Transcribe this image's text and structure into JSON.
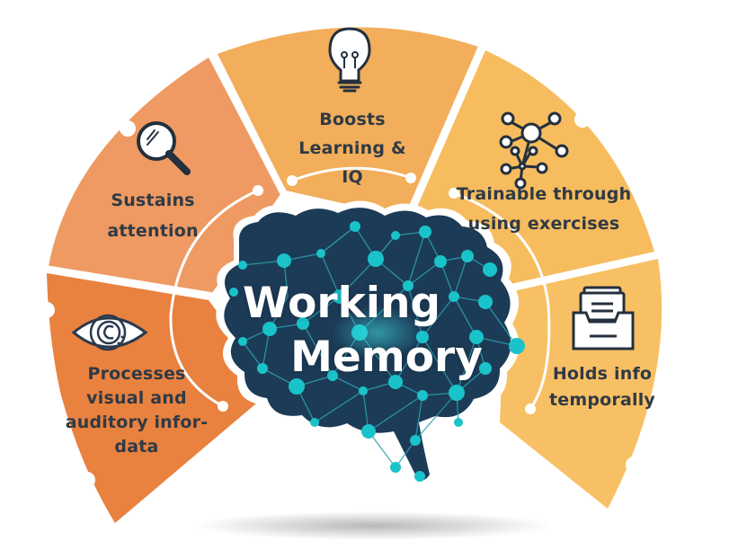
{
  "center": {
    "title_line1": "Working",
    "title_line2": "Memory",
    "icon": "brain-network-icon"
  },
  "segments": [
    {
      "id": "processes",
      "icon": "eye-icon",
      "lines": [
        "Processes",
        "visual and",
        "auditory infor-",
        "data"
      ],
      "color": "#E9813F"
    },
    {
      "id": "attention",
      "icon": "magnifying-glass-icon",
      "lines": [
        "Sustains",
        "attention"
      ],
      "color": "#EE9A62"
    },
    {
      "id": "learning",
      "icon": "lightbulb-icon",
      "lines": [
        "Boosts",
        "Learning &",
        "IQ"
      ],
      "color": "#F2AE5A"
    },
    {
      "id": "trainable",
      "icon": "network-nodes-icon",
      "lines": [
        "Trainable through",
        "using exercises"
      ],
      "color": "#F6BC5E"
    },
    {
      "id": "holds",
      "icon": "file-tray-icon",
      "lines": [
        "Holds info",
        "temporally"
      ],
      "color": "#F8C064"
    }
  ],
  "colors": {
    "brain_fill": "#1C3B57",
    "node": "#19C3C9",
    "edge": "#2AA3AE",
    "text": "#2F3A45",
    "divider": "#FFFFFF"
  }
}
